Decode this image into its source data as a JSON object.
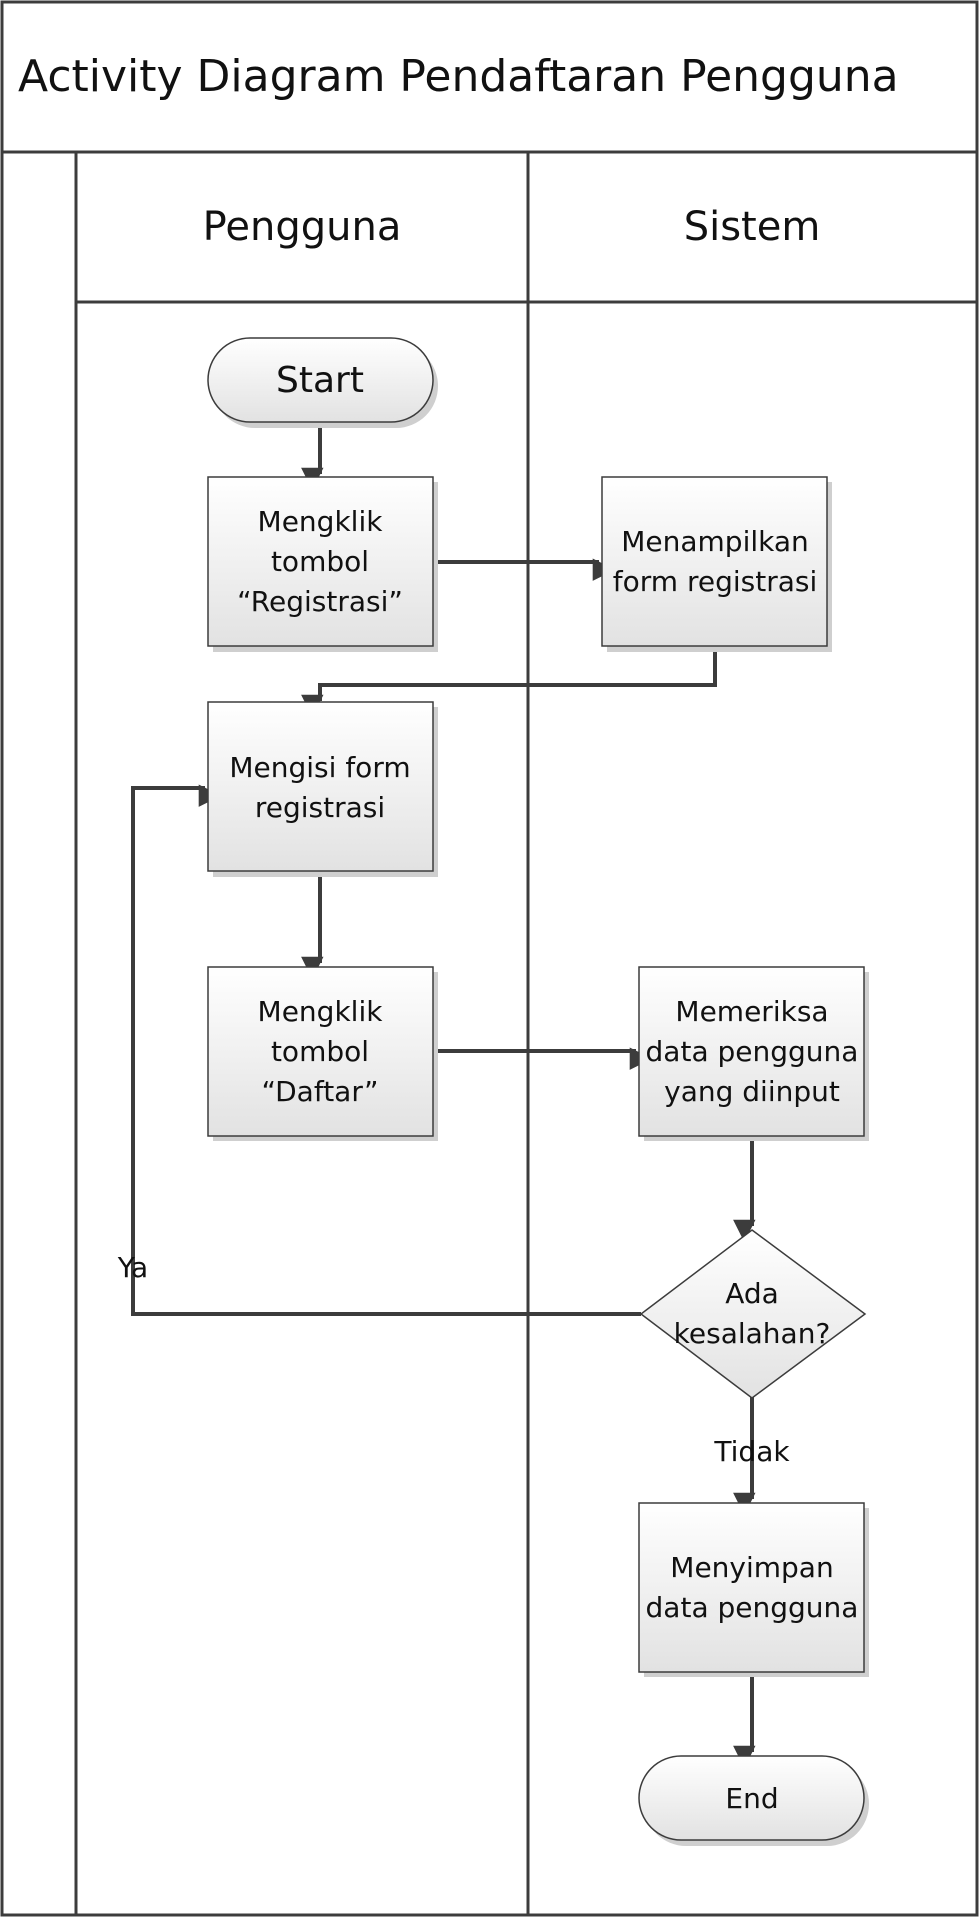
{
  "title": "Activity Diagram Pendaftaran Pengguna",
  "lanes": {
    "pengguna": "Pengguna",
    "sistem": "Sistem"
  },
  "nodes": {
    "start": "Start",
    "klik_registrasi": [
      "Mengklik",
      "tombol",
      "“Registrasi”"
    ],
    "tampil_form": [
      "Menampilkan",
      "form registrasi"
    ],
    "isi_form": [
      "Mengisi form",
      "registrasi"
    ],
    "klik_daftar": [
      "Mengklik",
      "tombol",
      "“Daftar”"
    ],
    "periksa_data": [
      "Memeriksa",
      "data pengguna",
      "yang diinput"
    ],
    "keputusan": [
      "Ada",
      "kesalahan?"
    ],
    "simpan_data": [
      "Menyimpan",
      "data pengguna"
    ],
    "end": "End"
  },
  "edge_labels": {
    "ya": "Ya",
    "tidak": "Tidak"
  },
  "colors": {
    "stroke": "#3c3c3c",
    "fill_top": "#ffffff",
    "fill_bottom": "#e2e2e2",
    "shadow": "#cfcfcf",
    "text": "#111111"
  }
}
